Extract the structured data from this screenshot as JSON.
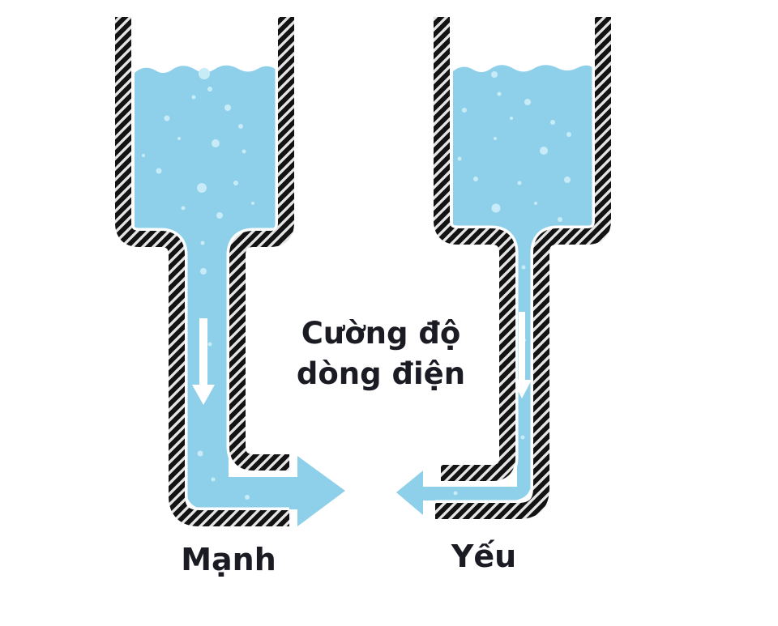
{
  "diagram": {
    "center_label": {
      "line1": "Cường độ",
      "line2": "dòng điện"
    },
    "left_tank": {
      "label": "Mạnh"
    },
    "right_tank": {
      "label": "Yếu"
    },
    "icons": {
      "strong_flow_arrow": "thick-right-arrow",
      "weak_flow_arrow": "thin-left-arrow",
      "left_pipe_direction": "down-arrow",
      "right_pipe_direction": "down-arrow"
    },
    "colors": {
      "water": "#8ed0ea",
      "bubble": "#c8ebf8",
      "wall": "#131313",
      "hatch": "#e5e5e5",
      "text": "#1b1b24",
      "background": "#ffffff",
      "pipe_flow_arrow": "#ffffff"
    }
  }
}
